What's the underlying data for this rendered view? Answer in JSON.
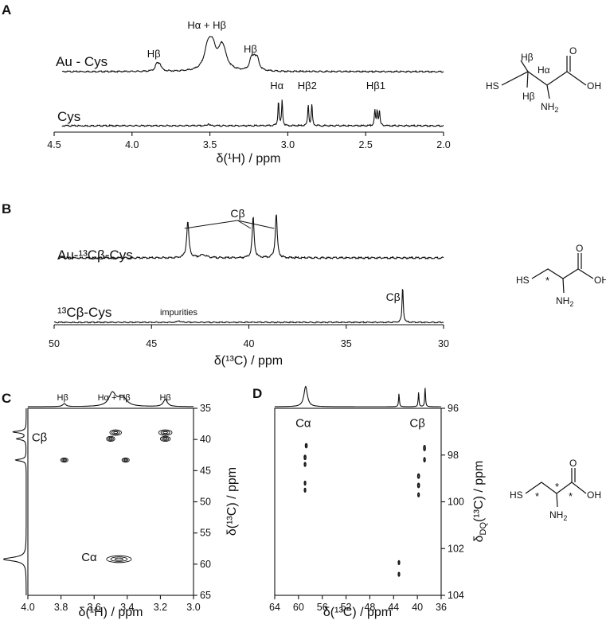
{
  "panels": {
    "A": "A",
    "B": "B",
    "C": "C",
    "D": "D"
  },
  "chart_data": [
    {
      "type": "line",
      "panel": "A",
      "xlabel": "δ(¹H) / ppm",
      "xlim": [
        4.5,
        2.0
      ],
      "x_reversed": true,
      "xticks": [
        "4.5",
        "4.0",
        "3.5",
        "3.0",
        "2.5",
        "2.0"
      ],
      "series": [
        {
          "name": "Au - Cys",
          "peaks": [
            {
              "x": 3.86,
              "height": 0.25,
              "width": 0.012,
              "multiplet": [
                0.0,
                0.02
              ]
            },
            {
              "x": 3.53,
              "height": 0.82,
              "width": 0.025,
              "multiplet": [
                -0.02,
                0.0,
                0.02
              ]
            },
            {
              "x": 3.45,
              "height": 0.55,
              "width": 0.03
            },
            {
              "x": 3.24,
              "height": 0.58,
              "width": 0.014,
              "multiplet": [
                -0.02,
                0.0,
                0.02
              ]
            }
          ]
        },
        {
          "name": "Cys",
          "peaks": [
            {
              "x": 3.07,
              "height": 0.95,
              "width": 0.004,
              "multiplet": [
                -0.012,
                0.012
              ]
            },
            {
              "x": 2.875,
              "height": 0.8,
              "width": 0.004,
              "multiplet": [
                -0.012,
                0.012
              ]
            },
            {
              "x": 2.435,
              "height": 0.85,
              "width": 0.004,
              "multiplet": [
                -0.015,
                0.0,
                0.015
              ]
            },
            {
              "x": 3.54,
              "height": 0.05,
              "width": 0.006
            }
          ]
        }
      ],
      "peak_labels": [
        {
          "series": "Au - Cys",
          "x": 3.86,
          "text": "Hβ"
        },
        {
          "series": "Au - Cys",
          "x": 3.52,
          "text": "Hα + Hβ"
        },
        {
          "series": "Au - Cys",
          "x": 3.24,
          "text": "Hβ"
        },
        {
          "series": "Cys",
          "x": 3.07,
          "text": "Hα"
        },
        {
          "series": "Cys",
          "x": 2.875,
          "text": "Hβ2"
        },
        {
          "series": "Cys",
          "x": 2.435,
          "text": "Hβ1"
        }
      ]
    },
    {
      "type": "line",
      "panel": "B",
      "xlabel": "δ(¹³C) / ppm",
      "xlim": [
        50,
        30
      ],
      "x_reversed": true,
      "xticks": [
        "50",
        "45",
        "40",
        "35",
        "30"
      ],
      "series": [
        {
          "name": "Au-¹³Cβ-Cys",
          "peaks": [
            {
              "x": 43.3,
              "height": 0.6,
              "width": 0.07
            },
            {
              "x": 39.9,
              "height": 0.68,
              "width": 0.06
            },
            {
              "x": 38.7,
              "height": 0.74,
              "width": 0.06
            },
            {
              "x": 42.5,
              "height": 0.05,
              "width": 0.2
            }
          ]
        },
        {
          "name": "¹³Cβ-Cys",
          "peaks": [
            {
              "x": 32.1,
              "height": 0.95,
              "width": 0.035
            },
            {
              "x": 43.6,
              "height": 0.05,
              "width": 0.06
            }
          ]
        }
      ],
      "annotations": [
        {
          "text": "Cβ",
          "x": 40.0,
          "series": "Au-¹³Cβ-Cys",
          "lines_to": [
            43.3,
            39.9,
            38.7
          ]
        },
        {
          "text": "Cβ",
          "x": 32.1,
          "series": "¹³Cβ-Cys"
        },
        {
          "text": "impurities",
          "x": 43.6,
          "series": "¹³Cβ-Cys"
        }
      ]
    },
    {
      "type": "contour",
      "panel": "C",
      "xlabel": "δ(¹H) / ppm",
      "ylabel": "δ(¹³C) / ppm",
      "xlim": [
        4.0,
        3.0
      ],
      "ylim": [
        35,
        65
      ],
      "xticks": [
        "4.0",
        "3.8",
        "3.6",
        "3.4",
        "3.2",
        "3.0"
      ],
      "yticks": [
        "35",
        "40",
        "45",
        "50",
        "55",
        "60",
        "65"
      ],
      "cross_peaks": [
        {
          "x": 3.47,
          "y": 38.9,
          "rx": 0.035,
          "ry": 0.45
        },
        {
          "x": 3.5,
          "y": 39.9,
          "rx": 0.025,
          "ry": 0.4
        },
        {
          "x": 3.17,
          "y": 38.9,
          "rx": 0.04,
          "ry": 0.45
        },
        {
          "x": 3.17,
          "y": 39.9,
          "rx": 0.03,
          "ry": 0.4
        },
        {
          "x": 3.78,
          "y": 43.3,
          "rx": 0.022,
          "ry": 0.35
        },
        {
          "x": 3.41,
          "y": 43.3,
          "rx": 0.022,
          "ry": 0.35
        },
        {
          "x": 3.45,
          "y": 59.2,
          "rx": 0.075,
          "ry": 0.55
        }
      ],
      "labels": [
        {
          "text": "Cβ",
          "x": 3.93,
          "y": 40.3
        },
        {
          "text": "Cα",
          "x": 3.63,
          "y": 59.5
        },
        {
          "text": "Hβ",
          "x": 3.79,
          "top": true
        },
        {
          "text": "Hα + Hβ",
          "x": 3.48,
          "top": true
        },
        {
          "text": "Hβ",
          "x": 3.17,
          "top": true
        }
      ],
      "top_projection": [
        {
          "x": 3.78,
          "h": 0.12,
          "w": 0.012
        },
        {
          "x": 3.49,
          "h": 0.55,
          "w": 0.025
        },
        {
          "x": 3.43,
          "h": 0.4,
          "w": 0.03
        },
        {
          "x": 3.17,
          "h": 0.3,
          "w": 0.015
        }
      ],
      "left_projection": [
        {
          "y": 38.8,
          "h": 0.55,
          "w": 0.18
        },
        {
          "y": 39.9,
          "h": 0.4,
          "w": 0.18
        },
        {
          "y": 43.3,
          "h": 0.45,
          "w": 0.18
        },
        {
          "y": 59.2,
          "h": 0.95,
          "w": 0.35
        }
      ]
    },
    {
      "type": "contour",
      "panel": "D",
      "xlabel": "δ(¹³C) / ppm",
      "ylabel": "δDQ(¹³C) / ppm",
      "ylabel_main": "δ",
      "ylabel_sub": "DQ",
      "ylabel_rest": "(¹³C) / ppm",
      "xlim": [
        64,
        36
      ],
      "ylim": [
        96,
        104
      ],
      "xticks": [
        "64",
        "60",
        "56",
        "52",
        "48",
        "44",
        "40",
        "36"
      ],
      "yticks": [
        "96",
        "98",
        "100",
        "102",
        "104"
      ],
      "cross_peaks": [
        {
          "x": 58.7,
          "y": 97.6,
          "rx": 0.18,
          "ry": 0.1
        },
        {
          "x": 58.9,
          "y": 98.1,
          "rx": 0.18,
          "ry": 0.1
        },
        {
          "x": 58.9,
          "y": 98.4,
          "rx": 0.16,
          "ry": 0.09
        },
        {
          "x": 58.9,
          "y": 99.2,
          "rx": 0.15,
          "ry": 0.09
        },
        {
          "x": 58.9,
          "y": 99.5,
          "rx": 0.15,
          "ry": 0.09
        },
        {
          "x": 38.8,
          "y": 97.7,
          "rx": 0.18,
          "ry": 0.12
        },
        {
          "x": 38.8,
          "y": 98.2,
          "rx": 0.16,
          "ry": 0.1
        },
        {
          "x": 39.8,
          "y": 98.9,
          "rx": 0.18,
          "ry": 0.1
        },
        {
          "x": 39.8,
          "y": 99.3,
          "rx": 0.18,
          "ry": 0.1
        },
        {
          "x": 39.8,
          "y": 99.7,
          "rx": 0.15,
          "ry": 0.09
        },
        {
          "x": 43.1,
          "y": 102.6,
          "rx": 0.15,
          "ry": 0.09
        },
        {
          "x": 43.1,
          "y": 103.1,
          "rx": 0.15,
          "ry": 0.09
        }
      ],
      "labels": [
        {
          "text": "Cα",
          "x": 59.2,
          "y": 96.8
        },
        {
          "text": "Cβ",
          "x": 40.0,
          "y": 96.8
        }
      ],
      "top_projection": [
        {
          "x": 58.8,
          "h": 0.85,
          "w": 0.35
        },
        {
          "x": 43.1,
          "h": 0.55,
          "w": 0.08
        },
        {
          "x": 39.8,
          "h": 0.6,
          "w": 0.08
        },
        {
          "x": 38.7,
          "h": 0.8,
          "w": 0.08
        }
      ]
    }
  ],
  "structures": {
    "hbeta": "Hβ",
    "halpha": "Hα",
    "hs": "HS",
    "oh": "OH",
    "o": "O",
    "nh2": "NH₂",
    "n": "NH",
    "sub2": "2",
    "star": "*"
  }
}
